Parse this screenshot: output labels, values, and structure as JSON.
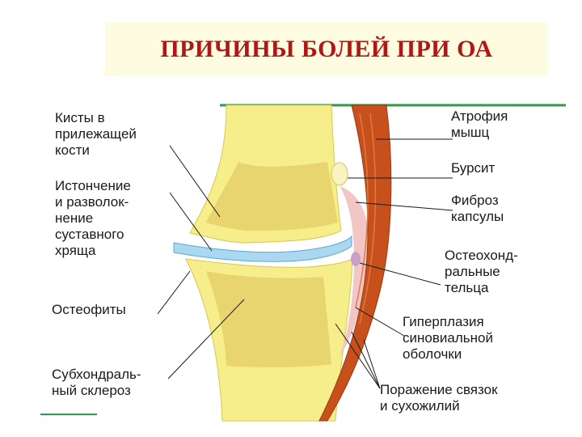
{
  "title": "ПРИЧИНЫ БОЛЕЙ ПРИ ОА",
  "labels_left": {
    "cysts": "Кисты в\nприлежащей\nкости",
    "cartilage": "Истончение\nи разволок-\nнение\nсуставного\nхряща",
    "osteophytes": "Остеофиты",
    "sclerosis": "Субхондраль-\nный склероз"
  },
  "labels_right": {
    "atrophy": "Атрофия\nмышц",
    "bursitis": "Бурсит",
    "fibrosis": "Фиброз\nкапсулы",
    "bodies": "Остеохонд-\nральные\nтельца",
    "hyperplasia": "Гиперплазия\nсиновиальной\nоболочки",
    "ligaments": "Поражение связок\nи сухожилий"
  },
  "colors": {
    "title": "#b01818",
    "bone": "#f6ee8a",
    "bone_inner": "#e6d06a",
    "cartilage": "#a9d8f0",
    "muscle": "#c8501c",
    "synovium": "#f3c6c6",
    "lines": "#1a1a1a",
    "border": "#2f9a4a"
  }
}
